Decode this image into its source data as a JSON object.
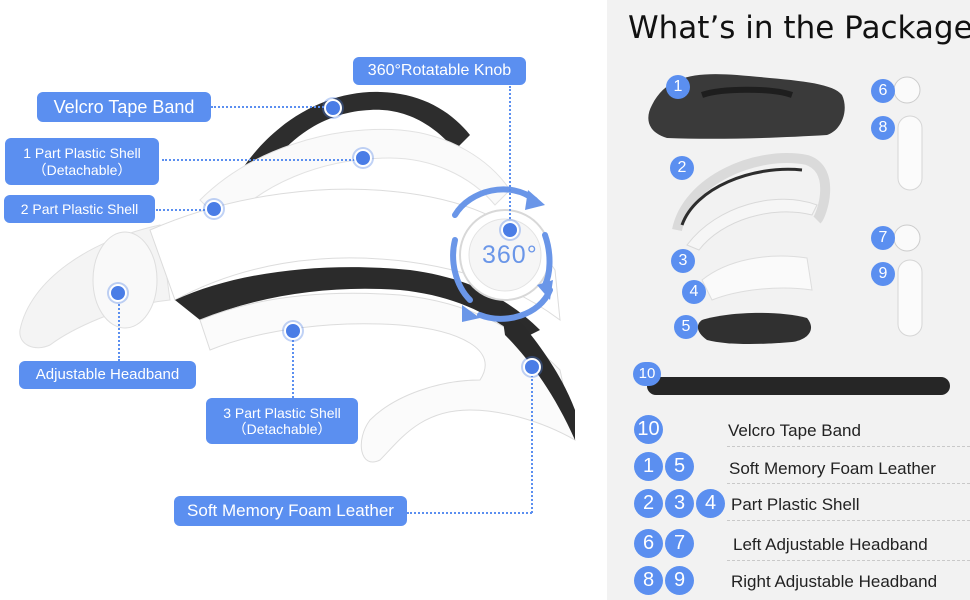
{
  "callouts": {
    "knob": "360°Rotatable Knob",
    "velcro": "Velcro Tape Band",
    "shell1_line1": "1 Part Plastic Shell",
    "shell1_line2": "（Detachable）",
    "shell2": "2 Part Plastic Shell",
    "adjustable": "Adjustable Headband",
    "shell3_line1": "3 Part Plastic Shell",
    "shell3_line2": "（Detachable）",
    "foam": "Soft Memory Foam Leather",
    "rotation": "360°"
  },
  "package": {
    "title": "What’s in the Package",
    "part_numbers": [
      "1",
      "2",
      "3",
      "4",
      "5",
      "6",
      "7",
      "8",
      "9",
      "10"
    ],
    "legend": [
      {
        "nums": [
          "10"
        ],
        "text": "Velcro Tape Band"
      },
      {
        "nums": [
          "1",
          "5"
        ],
        "text": "Soft Memory Foam Leather"
      },
      {
        "nums": [
          "2",
          "3",
          "4"
        ],
        "text": "Part Plastic Shell"
      },
      {
        "nums": [
          "6",
          "7"
        ],
        "text": "Left Adjustable Headband"
      },
      {
        "nums": [
          "8",
          "9"
        ],
        "text": "Right Adjustable Headband"
      }
    ]
  },
  "colors": {
    "accent": "#5b8ff0",
    "panel_bg": "#f2f2f2",
    "strap_dark": "#2b2b2b",
    "shell": "#ffffff"
  }
}
